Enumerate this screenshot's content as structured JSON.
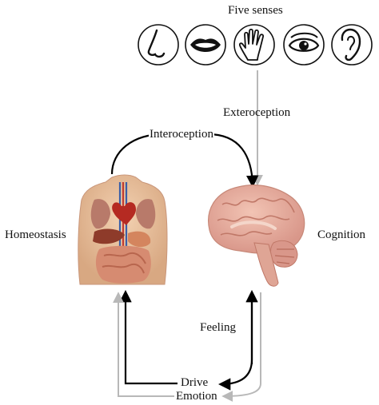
{
  "header": {
    "title": "Five senses"
  },
  "senses": [
    {
      "name": "nose",
      "icon": "nose-icon"
    },
    {
      "name": "mouth",
      "icon": "mouth-icon"
    },
    {
      "name": "hand",
      "icon": "hand-icon"
    },
    {
      "name": "eye",
      "icon": "eye-icon"
    },
    {
      "name": "ear",
      "icon": "ear-icon"
    }
  ],
  "labels": {
    "exteroception": "Exteroception",
    "interoception": "Interoception",
    "homeostasis": "Homeostasis",
    "cognition": "Cognition",
    "feeling": "Feeling",
    "drive": "Drive",
    "emotion": "Emotion"
  },
  "colors": {
    "dark_arrow": "#000000",
    "light_arrow": "#b8b8b8",
    "brain": "#e8b0a0",
    "torso": "#e9bf9a",
    "organs": "#c96a4a"
  }
}
